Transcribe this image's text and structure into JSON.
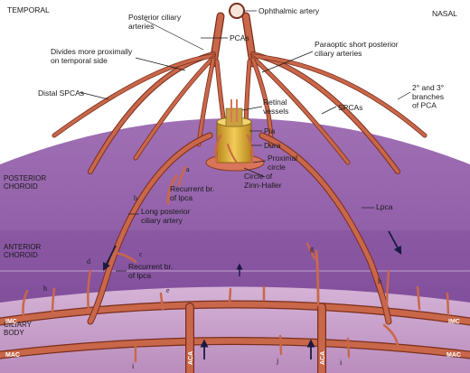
{
  "colors": {
    "choroid_top": "#a070b4",
    "choroid_bottom": "#6a3a87",
    "ciliary_body": "#c79ec9",
    "vessel_fill": "#d9755a",
    "vessel_edge": "#8a3a24",
    "nerve_gold": "#e2b23a",
    "arrow": "#1a1a40"
  },
  "labels": {
    "temporal": "TEMPORAL",
    "nasal": "NASAL",
    "ophthalmic_artery": "Ophthalmic artery",
    "posterior_ciliary_arteries": "Posterior ciliary\narteries",
    "pcas": "PCAs",
    "divides_proximally": "Divides more proximally\non temporal side",
    "paraoptic": "Paraoptic short posterior\nciliary arteries",
    "distal_spcas": "Distal SPCAs",
    "retinal_vessels": "Retinal\nvessels",
    "pia": "Pia",
    "dura": "Dura",
    "proximal_circle": "Proximal\ncircle",
    "circle_zinn": "Circle of\nZinn-Haller",
    "spcas": "SPCAs",
    "branches_pca": "2° and 3°\nbranches\nof PCA",
    "posterior_choroid": "POSTERIOR\nCHOROID",
    "recurrent_lpca": "Recurrent br.\nof lpca",
    "long_posterior_ciliary": "Long posterior\nciliary artery",
    "lpca": "Lpca",
    "anterior_choroid": "ANTERIOR\nCHOROID",
    "recurrent_lpca_2": "Recurrent br.\nof lpca",
    "ciliary_body": "CILIARY\nBODY",
    "imc": "IMC",
    "mac": "MAC",
    "aca": "ACA"
  },
  "letters": [
    "a",
    "b",
    "c",
    "d",
    "e",
    "g",
    "h",
    "h",
    "i",
    "j",
    "i"
  ]
}
